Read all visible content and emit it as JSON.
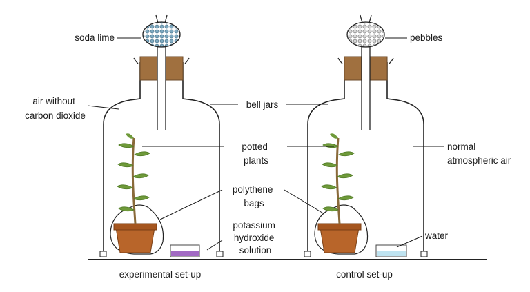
{
  "labels": {
    "soda_lime": "soda lime",
    "pebbles": "pebbles",
    "air_without_co2": [
      "air without",
      "carbon dioxide"
    ],
    "bell_jars": "bell jars",
    "potted_plants": [
      "potted",
      "plants"
    ],
    "normal_air": [
      "normal",
      "atmospheric air"
    ],
    "polythene_bags": [
      "polythene",
      "bags"
    ],
    "potassium_hydroxide": [
      "potassium",
      "hydroxide",
      "solution"
    ],
    "water": "water",
    "experimental_setup": "experimental set-up",
    "control_setup": "control set-up"
  },
  "colors": {
    "cork": "#a0703f",
    "pot": "#b8652a",
    "pot_rim": "#a5561f",
    "soil": "#5a3a1c",
    "stem": "#8a6a3a",
    "leaf": "#6f9a3a",
    "leaf_dark": "#4f7a24",
    "granules": "#7fa9c0",
    "pebbles": "#bcbcbc",
    "koh": "#a26bc3",
    "water": "#bfe3f0",
    "glass": "#222222"
  }
}
